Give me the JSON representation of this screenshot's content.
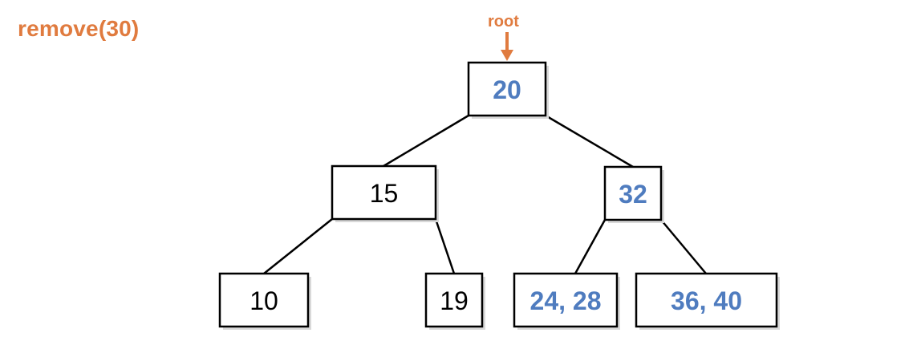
{
  "title": "remove(30)",
  "root_label": "root",
  "colors": {
    "accent": "#E07B3F",
    "highlight": "#4F7CBF",
    "plain": "#000000"
  },
  "nodes": [
    {
      "id": "n20",
      "label": "20",
      "highlight": true
    },
    {
      "id": "n15",
      "label": "15",
      "highlight": false
    },
    {
      "id": "n32",
      "label": "32",
      "highlight": true
    },
    {
      "id": "n10",
      "label": "10",
      "highlight": false
    },
    {
      "id": "n19",
      "label": "19",
      "highlight": false
    },
    {
      "id": "n2428",
      "label": "24, 28",
      "highlight": true
    },
    {
      "id": "n3640",
      "label": "36, 40",
      "highlight": true
    }
  ],
  "edges": [
    {
      "from": "n20",
      "to": "n15"
    },
    {
      "from": "n20",
      "to": "n32"
    },
    {
      "from": "n15",
      "to": "n10"
    },
    {
      "from": "n15",
      "to": "n19"
    },
    {
      "from": "n32",
      "to": "n2428"
    },
    {
      "from": "n32",
      "to": "n3640"
    }
  ]
}
